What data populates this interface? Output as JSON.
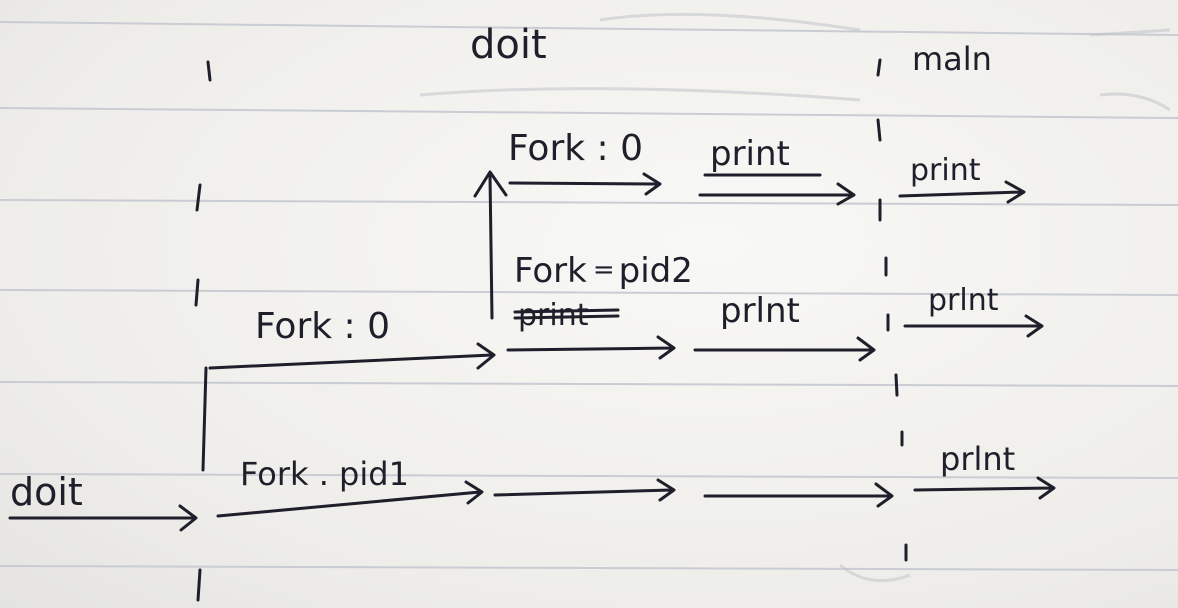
{
  "labels": {
    "top_doit": "doit",
    "top_main": "maln",
    "fork_zero_top": "Fork : 0",
    "print_top_1": "print",
    "print_top_2": "print",
    "fork_pid2": "Fork",
    "fork_pid2_suffix": "pid2",
    "crossed_print": "print",
    "print_mid_1": "prlnt",
    "print_mid_2": "prlnt",
    "fork_zero_mid": "Fork : 0",
    "doit_left": "doit",
    "fork_pid1": "Fork . pid1",
    "print_bottom": "prlnt"
  },
  "colors": {
    "paper": "#f3f2ef",
    "ink": "#1e1f2a",
    "rule": "#c9ccd2",
    "bleed_through": "#c2c4c9"
  }
}
